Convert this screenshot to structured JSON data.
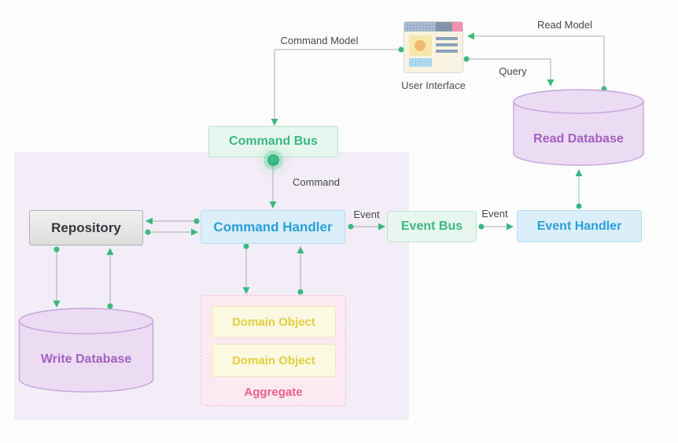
{
  "nodes": {
    "user_interface": {
      "label": "User Interface"
    },
    "command_bus": {
      "label": "Command Bus"
    },
    "command_handler": {
      "label": "Command Handler"
    },
    "repository": {
      "label": "Repository"
    },
    "write_database": {
      "label": "Write Database"
    },
    "read_database": {
      "label": "Read Database"
    },
    "event_bus": {
      "label": "Event Bus"
    },
    "event_handler": {
      "label": "Event Handler"
    },
    "aggregate": {
      "label": "Aggregate",
      "domain_objects": [
        {
          "label": "Domain Object"
        },
        {
          "label": "Domain Object"
        }
      ]
    }
  },
  "edge_labels": {
    "command_model": "Command Model",
    "read_model": "Read Model",
    "query": "Query",
    "command": "Command",
    "event_to_event_bus": "Event",
    "event_to_event_handler": "Event"
  },
  "colors": {
    "green_accent": "#3bb784",
    "blue_accent": "#2b9ed9",
    "purple_accent": "#a261c0",
    "pink_accent": "#ee5f86",
    "yellow_accent": "#e0cf3e",
    "arrow_green": "#3cb87e",
    "line_gray": "#a6abb0",
    "panel_background": "#f2edf6"
  }
}
